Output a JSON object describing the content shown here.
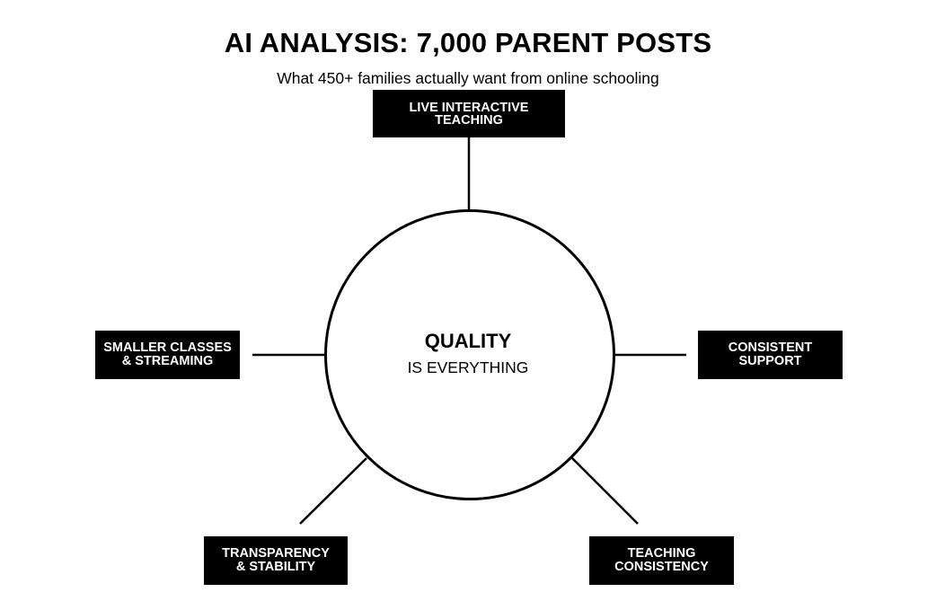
{
  "header": {
    "title": "AI ANALYSIS: 7,000 PARENT POSTS",
    "subtitle": "What 450+ families actually want from online schooling"
  },
  "hub": {
    "title": "QUALITY",
    "subtitle": "IS EVERYTHING"
  },
  "nodes": {
    "top": {
      "line1": "LIVE INTERACTIVE",
      "line2": "TEACHING"
    },
    "left": {
      "line1": "SMALLER CLASSES",
      "line2": "& STREAMING"
    },
    "right": {
      "line1": "CONSISTENT",
      "line2": "SUPPORT"
    },
    "bottom_left": {
      "line1": "TRANSPARENCY",
      "line2": "& STABILITY"
    },
    "bottom_right": {
      "line1": "TEACHING",
      "line2": "CONSISTENCY"
    }
  },
  "colors": {
    "ink": "#000000",
    "background": "#ffffff",
    "box_text": "#ffffff"
  }
}
